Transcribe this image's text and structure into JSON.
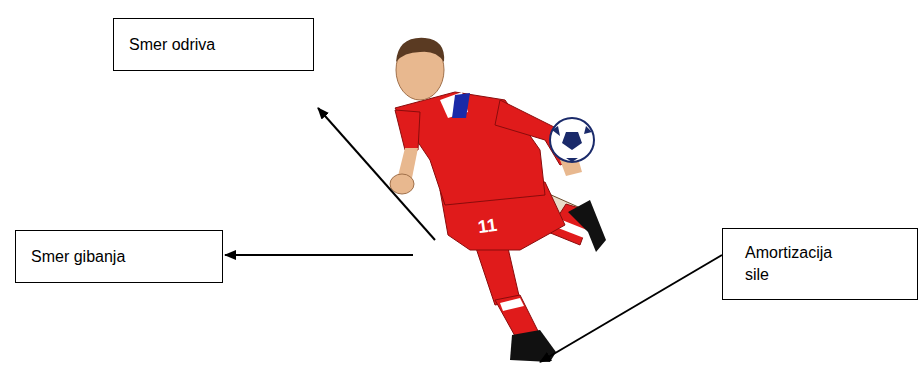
{
  "diagram": {
    "nodes": [
      {
        "text": [
          "Smer odriva"
        ]
      },
      {
        "text": [
          "Smer gibanja"
        ]
      },
      {
        "text": [
          "Amortizacija sile"
        ]
      }
    ],
    "labels": [
      "11"
    ]
  }
}
